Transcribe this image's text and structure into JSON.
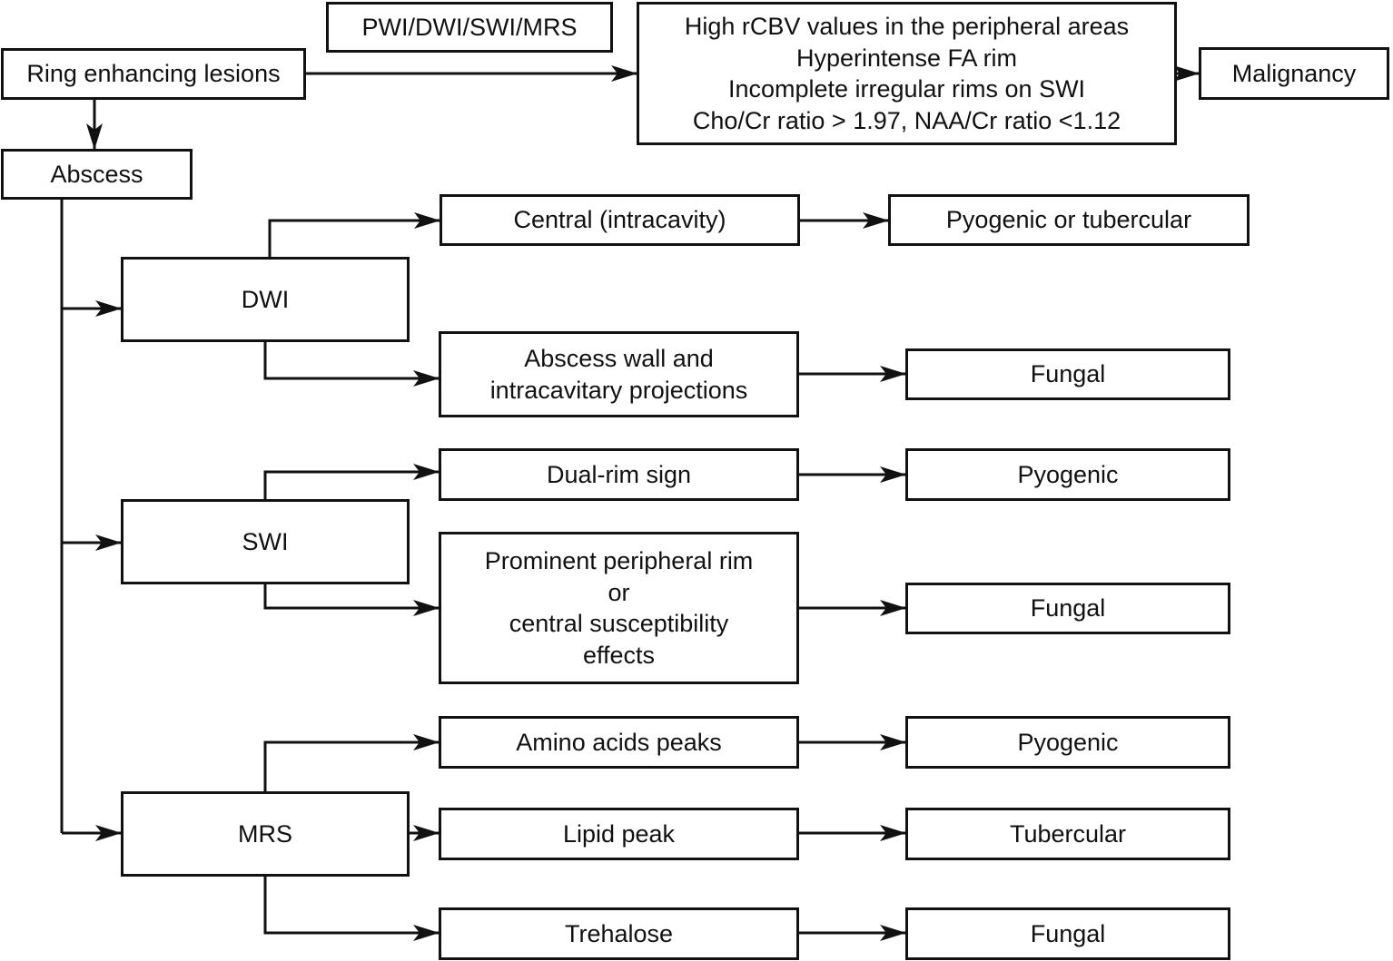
{
  "nodes": {
    "ring_lesions": {
      "lines": [
        "Ring enhancing lesions"
      ]
    },
    "techniques": {
      "lines": [
        "PWI/DWI/SWI/MRS"
      ]
    },
    "malignancy_criteria": {
      "lines": [
        "High rCBV values in the peripheral areas",
        "Hyperintense FA rim",
        "Incomplete irregular rims on SWI",
        "Cho/Cr ratio > 1.97, NAA/Cr ratio <1.12"
      ]
    },
    "malignancy": {
      "lines": [
        "Malignancy"
      ]
    },
    "abscess": {
      "lines": [
        "Abscess"
      ]
    },
    "dwi": {
      "lines": [
        "DWI"
      ]
    },
    "dwi_central": {
      "lines": [
        "Central (intracavity)"
      ]
    },
    "dwi_central_result": {
      "lines": [
        "Pyogenic or tubercular"
      ]
    },
    "dwi_wall": {
      "lines": [
        "Abscess wall and",
        "intracavitary projections"
      ]
    },
    "dwi_wall_result": {
      "lines": [
        "Fungal"
      ]
    },
    "swi": {
      "lines": [
        "SWI"
      ]
    },
    "swi_dual_rim": {
      "lines": [
        "Dual-rim sign"
      ]
    },
    "swi_dual_rim_result": {
      "lines": [
        "Pyogenic"
      ]
    },
    "swi_peripheral": {
      "lines": [
        "Prominent peripheral rim",
        "or",
        "central susceptibility",
        "effects"
      ]
    },
    "swi_peripheral_result": {
      "lines": [
        "Fungal"
      ]
    },
    "mrs": {
      "lines": [
        "MRS"
      ]
    },
    "mrs_amino": {
      "lines": [
        "Amino acids peaks"
      ]
    },
    "mrs_amino_result": {
      "lines": [
        "Pyogenic"
      ]
    },
    "mrs_lipid": {
      "lines": [
        "Lipid peak"
      ]
    },
    "mrs_lipid_result": {
      "lines": [
        "Tubercular"
      ]
    },
    "mrs_trehalose": {
      "lines": [
        "Trehalose"
      ]
    },
    "mrs_trehalose_result": {
      "lines": [
        "Fungal"
      ]
    }
  }
}
